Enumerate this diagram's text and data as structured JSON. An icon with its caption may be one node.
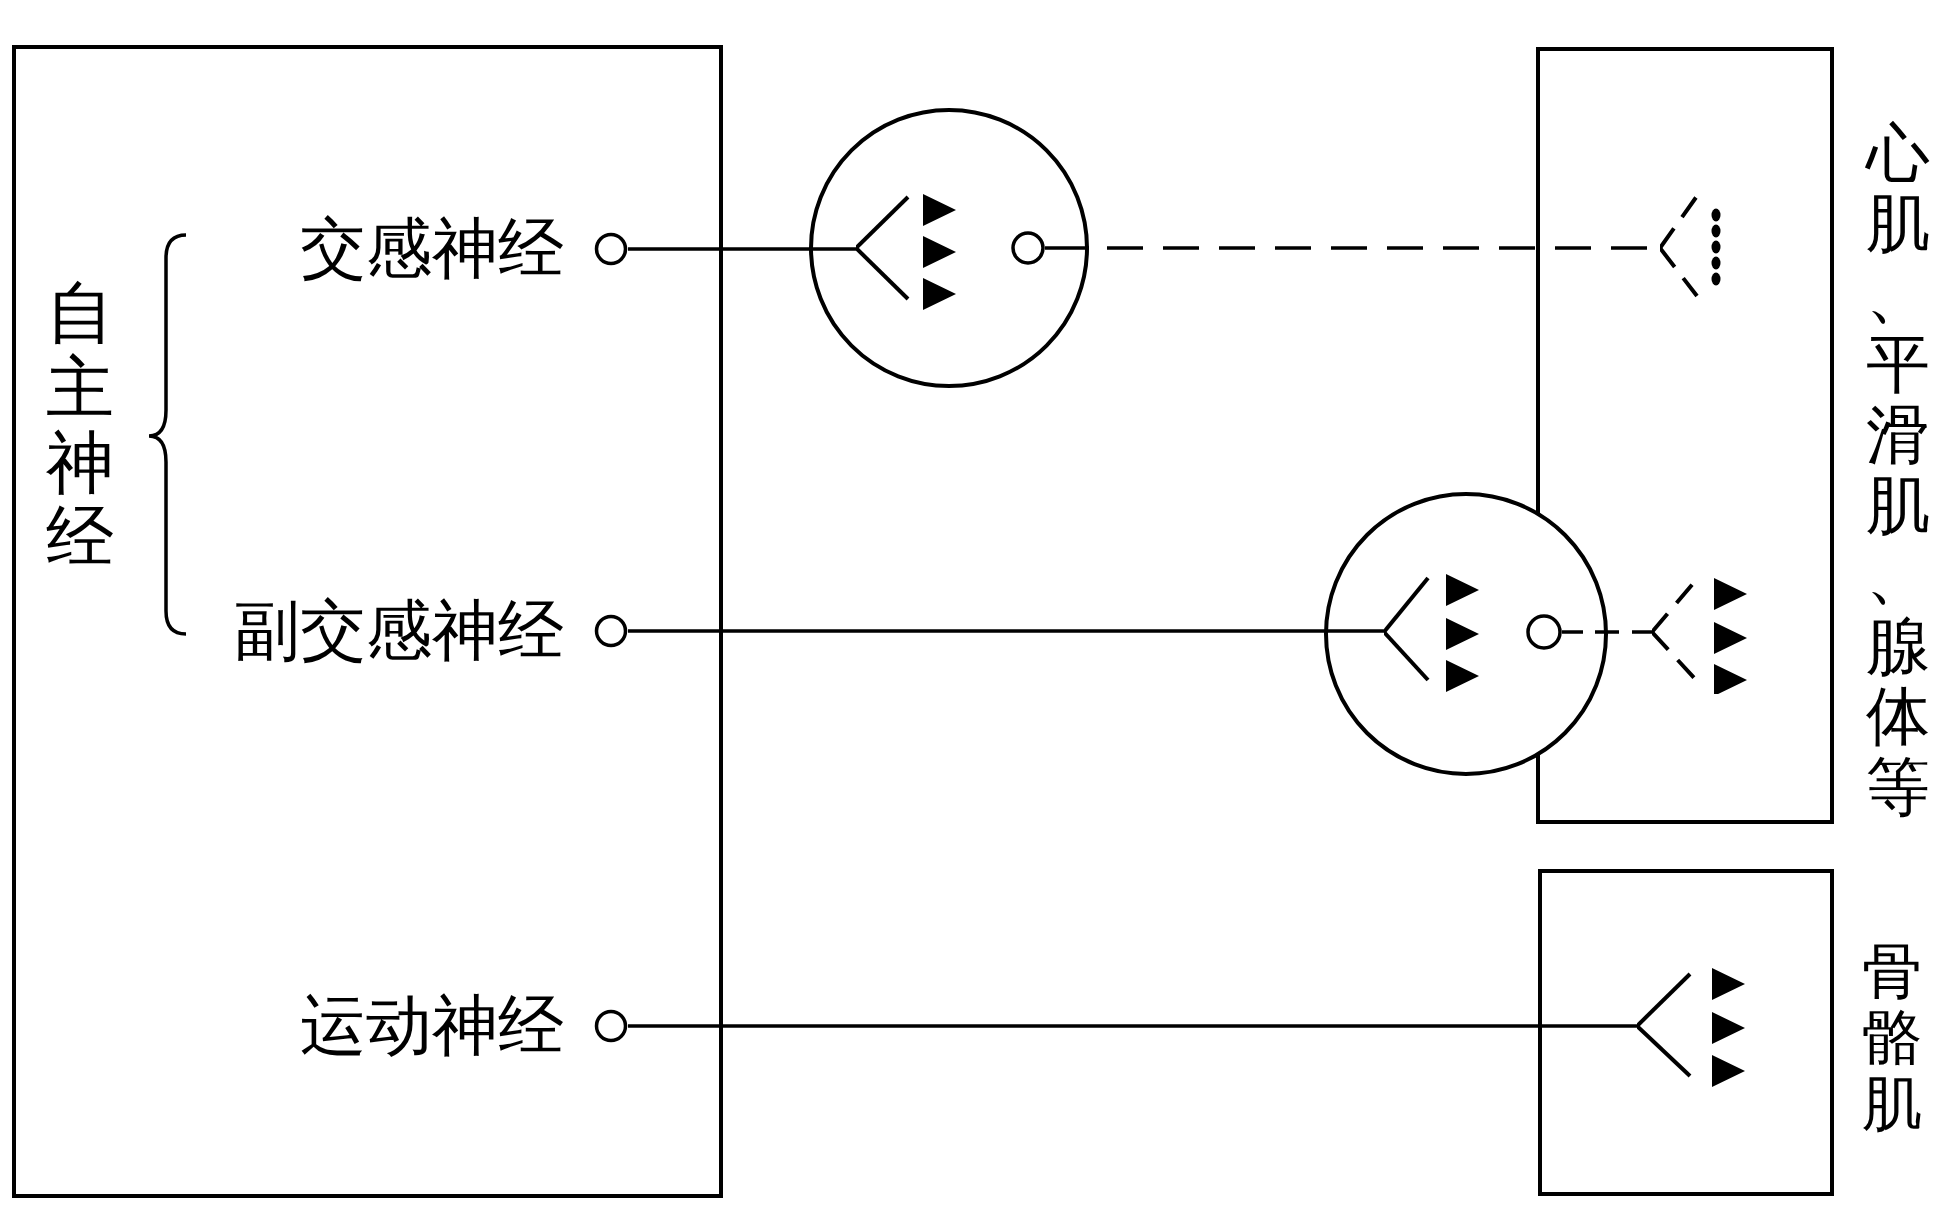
{
  "diagram": {
    "nodes": [
      {
        "text": [],
        "shape": "box"
      },
      {
        "text": [
          "交感神经"
        ],
        "in": 0
      },
      {
        "text": [
          "副交感神经"
        ],
        "in": 0
      },
      {
        "text": [
          "运动神经"
        ],
        "in": 0
      },
      {
        "text": [],
        "shape": "circle"
      },
      {
        "text": [],
        "shape": "picture",
        "in": 4
      },
      {
        "text": [],
        "shape": "circle",
        "in": 4
      },
      {
        "text": [
          "心肌、平滑肌、腺体等"
        ]
      },
      {
        "text": [],
        "shape": "picture",
        "in": 7
      },
      {
        "text": [],
        "shape": "circle"
      },
      {
        "text": [],
        "shape": "picture",
        "in": 9
      },
      {
        "text": [],
        "shape": "circle",
        "in": 9
      },
      {
        "text": [],
        "shape": "picture",
        "in": 7
      },
      {
        "text": [
          "骨骼肌"
        ]
      },
      {
        "text": [],
        "shape": "picture",
        "in": 13
      }
    ],
    "edges": [
      {
        "from": 1,
        "to": 5,
        "arrow": "none"
      },
      {
        "from": 6,
        "to": 8,
        "arrow": "none",
        "style": "dashed"
      },
      {
        "from": 2,
        "to": 10,
        "arrow": "none"
      },
      {
        "from": 11,
        "to": 12,
        "arrow": "none",
        "style": "dashed"
      },
      {
        "from": 3,
        "to": 14,
        "arrow": "none"
      }
    ],
    "labels": [
      "自主神经"
    ]
  }
}
